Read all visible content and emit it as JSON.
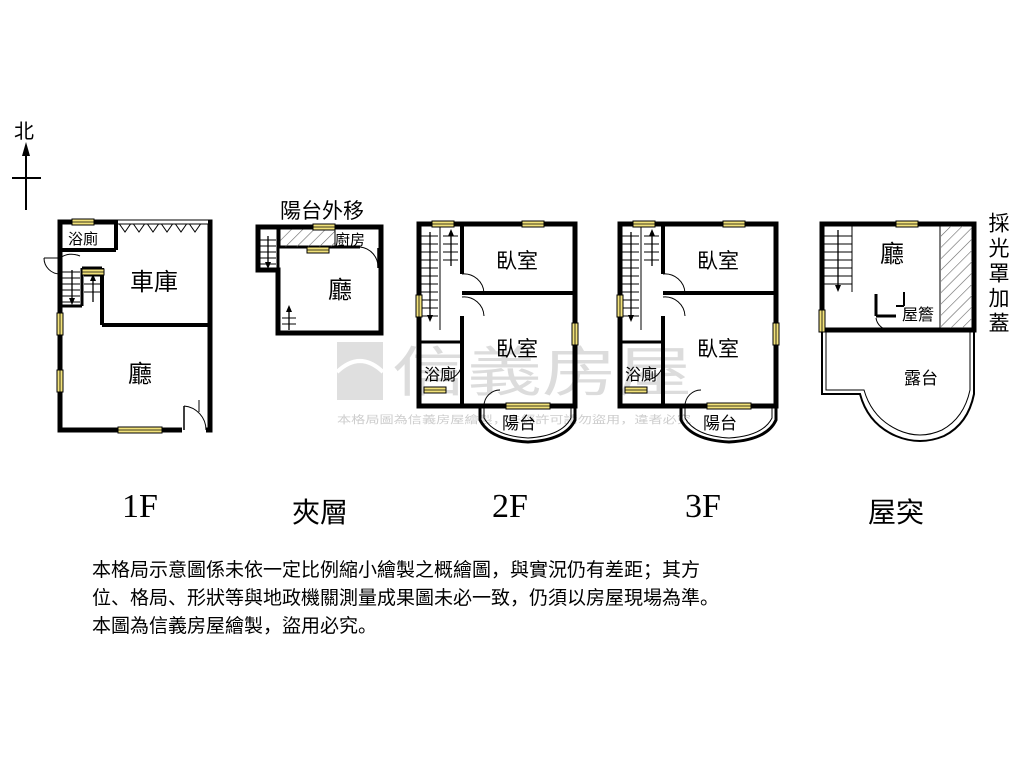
{
  "compass": {
    "label": "北"
  },
  "plans": [
    {
      "id": "1f",
      "title": "1F",
      "rooms": {
        "bath": "浴廁",
        "garage": "車庫",
        "hall": "廳"
      }
    },
    {
      "id": "mezz",
      "title": "夾層",
      "note": "陽台外移",
      "rooms": {
        "kitchen": "廚房",
        "hall": "廳"
      }
    },
    {
      "id": "2f",
      "title": "2F",
      "rooms": {
        "bed1": "臥室",
        "bed2": "臥室",
        "bath": "浴廁",
        "balcony": "陽台"
      }
    },
    {
      "id": "3f",
      "title": "3F",
      "rooms": {
        "bed1": "臥室",
        "bed2": "臥室",
        "bath": "浴廁",
        "balcony": "陽台"
      }
    },
    {
      "id": "roof",
      "title": "屋突",
      "side_note": "採光罩加蓋",
      "rooms": {
        "hall": "廳",
        "eave": "屋簷",
        "terrace": "露台"
      }
    }
  ],
  "watermark": {
    "brand": "信義房屋",
    "notice": "本格局圖為信義房屋繪製，未經許可請勿盜用，違者必究"
  },
  "disclaimer": [
    "本格局示意圖係未依一定比例縮小繪製之概繪圖，與實況仍有差距；其方",
    "位、格局、形狀等與地政機關測量成果圖未必一致，仍須以房屋現場為準。",
    "本圖為信義房屋繪製，盜用必究。"
  ],
  "colors": {
    "wall": "#000000",
    "window": "#f2e27a",
    "hatch": "#555555",
    "watermark": "#d9d9d9"
  }
}
